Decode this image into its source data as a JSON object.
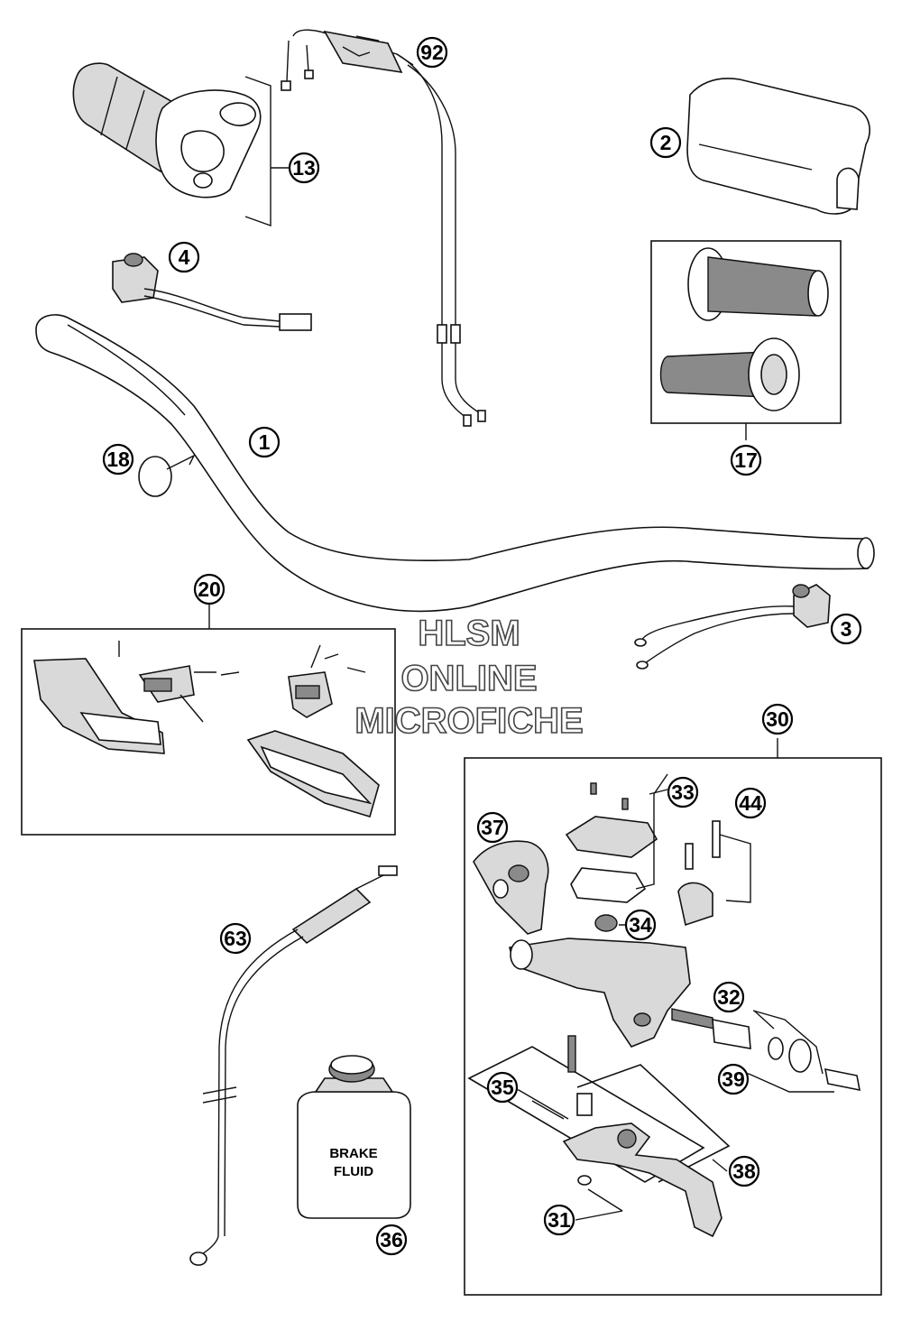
{
  "watermark": {
    "line1": "HLSM",
    "line2": "ONLINE",
    "line3": "MICROFICHE"
  },
  "can_label": {
    "line1": "BRAKE",
    "line2": "FLUID"
  },
  "callouts": [
    {
      "id": "c1",
      "label": "1"
    },
    {
      "id": "c2",
      "label": "2"
    },
    {
      "id": "c3",
      "label": "3"
    },
    {
      "id": "c4",
      "label": "4"
    },
    {
      "id": "c13",
      "label": "13"
    },
    {
      "id": "c17",
      "label": "17"
    },
    {
      "id": "c18",
      "label": "18"
    },
    {
      "id": "c20",
      "label": "20"
    },
    {
      "id": "c30",
      "label": "30"
    },
    {
      "id": "c31",
      "label": "31"
    },
    {
      "id": "c32",
      "label": "32"
    },
    {
      "id": "c33",
      "label": "33"
    },
    {
      "id": "c34",
      "label": "34"
    },
    {
      "id": "c35",
      "label": "35"
    },
    {
      "id": "c36",
      "label": "36"
    },
    {
      "id": "c37",
      "label": "37"
    },
    {
      "id": "c38",
      "label": "38"
    },
    {
      "id": "c39",
      "label": "39"
    },
    {
      "id": "c44",
      "label": "44"
    },
    {
      "id": "c63",
      "label": "63"
    },
    {
      "id": "c92",
      "label": "92"
    }
  ]
}
